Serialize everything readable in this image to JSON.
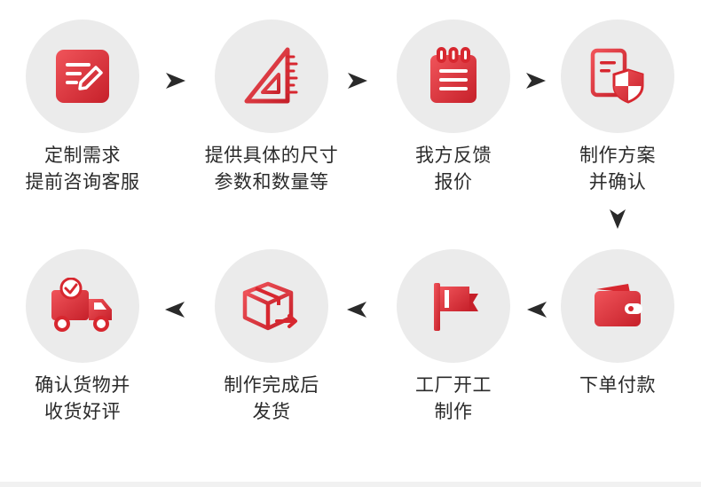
{
  "accent_color": "#e0353a",
  "steps": [
    {
      "icon": "edit-note-icon",
      "line1": "定制需求",
      "line2": "提前咨询客服"
    },
    {
      "icon": "triangle-ruler-icon",
      "line1": "提供具体的尺寸",
      "line2": "参数和数量等"
    },
    {
      "icon": "notepad-icon",
      "line1": "我方反馈",
      "line2": "报价"
    },
    {
      "icon": "document-shield-icon",
      "line1": "制作方案",
      "line2": "并确认"
    },
    {
      "icon": "wallet-icon",
      "line1": "下单付款",
      "line2": ""
    },
    {
      "icon": "flag-icon",
      "line1": "工厂开工",
      "line2": "制作"
    },
    {
      "icon": "box-shipping-icon",
      "line1": "制作完成后",
      "line2": "发货"
    },
    {
      "icon": "delivery-truck-check-icon",
      "line1": "确认货物并",
      "line2": "收货好评"
    }
  ]
}
